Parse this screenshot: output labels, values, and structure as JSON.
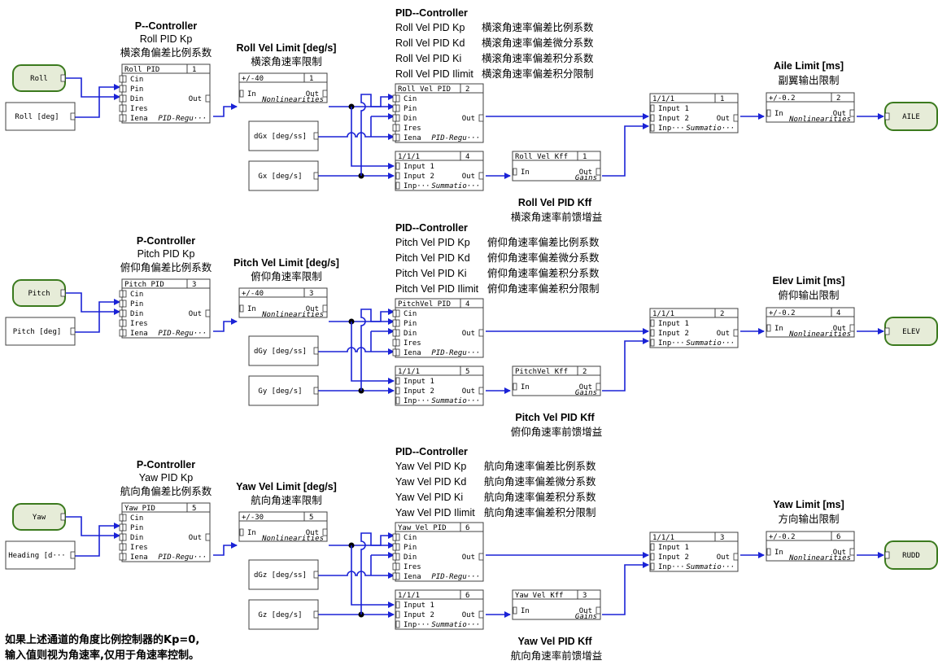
{
  "channels": [
    {
      "key": "roll",
      "input": "Roll",
      "angle": "Roll [deg]",
      "rate_acc": "dGx [deg/ss]",
      "rate": "Gx [deg/s]",
      "output": "AILE",
      "pctrl": {
        "head": "P--Controller",
        "kp": "Roll PID Kp",
        "desc": "横滚角偏差比例系数"
      },
      "pid_block": {
        "name": "Roll PID",
        "num": "1"
      },
      "vel_limit": {
        "head": "Roll Vel Limit [deg/s]",
        "desc": "横滚角速率限制",
        "value": "+/-40",
        "num": "1"
      },
      "pidc": {
        "head": "PID--Controller",
        "rows": [
          {
            "name": "Roll Vel PID Kp",
            "desc": "横滚角速率偏差比例系数"
          },
          {
            "name": "Roll Vel PID Kd",
            "desc": "横滚角速率偏差微分系数"
          },
          {
            "name": "Roll Vel PID Ki",
            "desc": "横滚角速率偏差积分系数"
          },
          {
            "name": "Roll Vel PID Ilimit",
            "desc": "横滚角速率偏差积分限制"
          }
        ]
      },
      "vel_pid_block": {
        "name": "Roll Vel PID",
        "num": "2"
      },
      "sum_small": {
        "name": "1/1/1",
        "num": "4"
      },
      "kff_block": {
        "name": "Roll Vel Kff",
        "num": "1"
      },
      "kff_label": {
        "head": "Roll Vel PID Kff",
        "desc": "横滚角速率前馈增益"
      },
      "sum_big": {
        "name": "1/1/1",
        "num": "1"
      },
      "out_limit": {
        "head": "Aile Limit [ms]",
        "desc": "副翼输出限制",
        "value": "+/-0.2",
        "num": "2"
      }
    },
    {
      "key": "pitch",
      "input": "Pitch",
      "angle": "Pitch [deg]",
      "rate_acc": "dGy [deg/ss]",
      "rate": "Gy [deg/s]",
      "output": "ELEV",
      "pctrl": {
        "head": "P-Controller",
        "kp": "Pitch PID Kp",
        "desc": "俯仰角偏差比例系数"
      },
      "pid_block": {
        "name": "Pitch PID",
        "num": "3"
      },
      "vel_limit": {
        "head": "Pitch Vel Limit [deg/s]",
        "desc": "俯仰角速率限制",
        "value": "+/-40",
        "num": "3"
      },
      "pidc": {
        "head": "PID--Controller",
        "rows": [
          {
            "name": "Pitch Vel PID Kp",
            "desc": "俯仰角速率偏差比例系数"
          },
          {
            "name": "Pitch Vel PID Kd",
            "desc": "俯仰角速率偏差微分系数"
          },
          {
            "name": "Pitch Vel PID Ki",
            "desc": "俯仰角速率偏差积分系数"
          },
          {
            "name": "Pitch Vel PID Ilimit",
            "desc": "俯仰角速率偏差积分限制"
          }
        ]
      },
      "vel_pid_block": {
        "name": "PitchVel PID",
        "num": "4"
      },
      "sum_small": {
        "name": "1/1/1",
        "num": "5"
      },
      "kff_block": {
        "name": "PitchVel Kff",
        "num": "2"
      },
      "kff_label": {
        "head": "Pitch Vel PID Kff",
        "desc": "俯仰角速率前馈增益"
      },
      "sum_big": {
        "name": "1/1/1",
        "num": "2"
      },
      "out_limit": {
        "head": "Elev Limit [ms]",
        "desc": "俯仰输出限制",
        "value": "+/-0.2",
        "num": "4"
      }
    },
    {
      "key": "yaw",
      "input": "Yaw",
      "angle": "Heading [d···",
      "rate_acc": "dGz [deg/ss]",
      "rate": "Gz [deg/s]",
      "output": "RUDD",
      "pctrl": {
        "head": "P-Controller",
        "kp": "Yaw PID Kp",
        "desc": "航向角偏差比例系数"
      },
      "pid_block": {
        "name": "Yaw PID",
        "num": "5"
      },
      "vel_limit": {
        "head": "Yaw Vel Limit [deg/s]",
        "desc": "航向角速率限制",
        "value": "+/-30",
        "num": "5"
      },
      "pidc": {
        "head": "PID--Controller",
        "rows": [
          {
            "name": "Yaw Vel PID Kp",
            "desc": "航向角速率偏差比例系数"
          },
          {
            "name": "Yaw Vel PID Kd",
            "desc": "航向角速率偏差微分系数"
          },
          {
            "name": "Yaw Vel PID Ki",
            "desc": "航向角速率偏差积分系数"
          },
          {
            "name": "Yaw Vel PID Ilimit",
            "desc": "航向角速率偏差积分限制"
          }
        ]
      },
      "vel_pid_block": {
        "name": "Yaw Vel PID",
        "num": "6"
      },
      "sum_small": {
        "name": "1/1/1",
        "num": "6"
      },
      "kff_block": {
        "name": "Yaw Vel Kff",
        "num": "3"
      },
      "kff_label": {
        "head": "Yaw Vel PID Kff",
        "desc": "航向角速率前馈增益"
      },
      "sum_big": {
        "name": "1/1/1",
        "num": "3"
      },
      "out_limit": {
        "head": "Yaw Limit [ms]",
        "desc": "方向输出限制",
        "value": "+/-0.2",
        "num": "6"
      }
    }
  ],
  "port_labels": {
    "pid_inputs": [
      "Cin",
      "Pin",
      "Din",
      "Ires",
      "Iena"
    ],
    "pid_type": "PID-Regu···",
    "sum_inputs": [
      "Input 1",
      "Input 2",
      "Inp···"
    ],
    "sum_type": "Summatio···",
    "nonlin_type": "Nonlinearities",
    "gains_type": "Gains",
    "in": "In",
    "out": "Out"
  },
  "footnote": [
    "如果上述通道的角度比例控制器的Kp=0,",
    "输入值则视为角速率,仅用于角速率控制。"
  ],
  "colors": {
    "wire": "#1a22d6",
    "block_border": "#404040",
    "io_fill": "#e6ecd8",
    "io_border": "#3b7a1e",
    "text": "#000000",
    "junction": "#000000"
  }
}
